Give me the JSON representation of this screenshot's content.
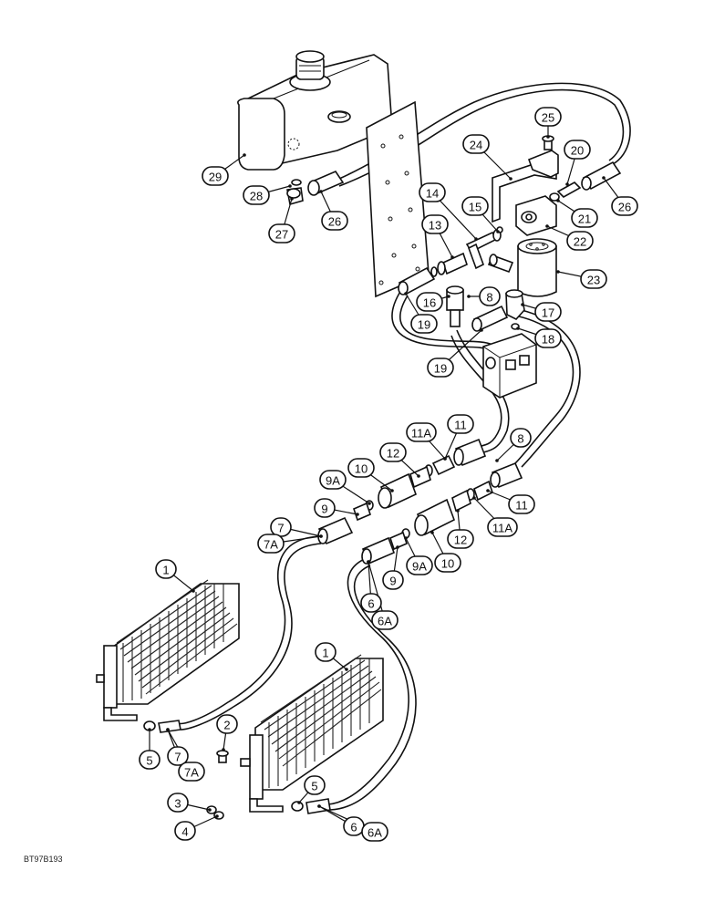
{
  "drawing_code": "BT97B193",
  "callouts": [
    {
      "id": "c29",
      "label": "29"
    },
    {
      "id": "c28",
      "label": "28"
    },
    {
      "id": "c27",
      "label": "27"
    },
    {
      "id": "c26a",
      "label": "26"
    },
    {
      "id": "c25",
      "label": "25"
    },
    {
      "id": "c24",
      "label": "24"
    },
    {
      "id": "c20",
      "label": "20"
    },
    {
      "id": "c26b",
      "label": "26"
    },
    {
      "id": "c21",
      "label": "21"
    },
    {
      "id": "c22",
      "label": "22"
    },
    {
      "id": "c14",
      "label": "14"
    },
    {
      "id": "c15",
      "label": "15"
    },
    {
      "id": "c13",
      "label": "13"
    },
    {
      "id": "c23",
      "label": "23"
    },
    {
      "id": "c8a",
      "label": "8"
    },
    {
      "id": "c16",
      "label": "16"
    },
    {
      "id": "c17",
      "label": "17"
    },
    {
      "id": "c19a",
      "label": "19"
    },
    {
      "id": "c18",
      "label": "18"
    },
    {
      "id": "c19b",
      "label": "19"
    },
    {
      "id": "c11Aa",
      "label": "11A"
    },
    {
      "id": "c11a",
      "label": "11"
    },
    {
      "id": "c8b",
      "label": "8"
    },
    {
      "id": "c12a",
      "label": "12"
    },
    {
      "id": "c9Aa",
      "label": "9A"
    },
    {
      "id": "c10a",
      "label": "10"
    },
    {
      "id": "c9a",
      "label": "9"
    },
    {
      "id": "c11b",
      "label": "11"
    },
    {
      "id": "c7",
      "label": "7"
    },
    {
      "id": "c7A",
      "label": "7A"
    },
    {
      "id": "c11Ab",
      "label": "11A"
    },
    {
      "id": "c12b",
      "label": "12"
    },
    {
      "id": "c9Ab",
      "label": "9A"
    },
    {
      "id": "c10b",
      "label": "10"
    },
    {
      "id": "c9b",
      "label": "9"
    },
    {
      "id": "c1a",
      "label": "1"
    },
    {
      "id": "c6a",
      "label": "6"
    },
    {
      "id": "c6Aa",
      "label": "6A"
    },
    {
      "id": "c1b",
      "label": "1"
    },
    {
      "id": "c2",
      "label": "2"
    },
    {
      "id": "c5a",
      "label": "5"
    },
    {
      "id": "c7b",
      "label": "7"
    },
    {
      "id": "c7Ab",
      "label": "7A"
    },
    {
      "id": "c5b",
      "label": "5"
    },
    {
      "id": "c3",
      "label": "3"
    },
    {
      "id": "c4",
      "label": "4"
    },
    {
      "id": "c6b",
      "label": "6"
    },
    {
      "id": "c6Ab",
      "label": "6A"
    }
  ]
}
